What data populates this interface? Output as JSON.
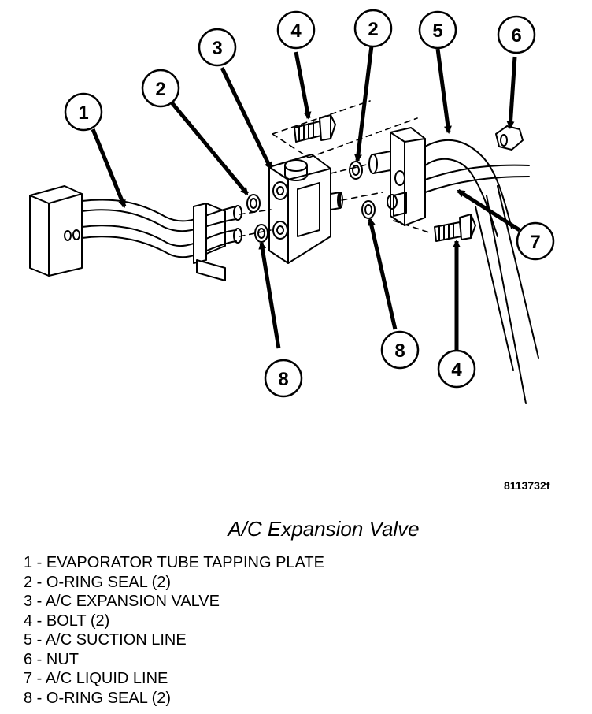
{
  "figure_id": "8113732f",
  "caption": "A/C Expansion Valve",
  "callouts": [
    "1",
    "2",
    "3",
    "4",
    "2",
    "5",
    "6",
    "7",
    "8",
    "8",
    "4"
  ],
  "legend": [
    "1 - EVAPORATOR TUBE TAPPING PLATE",
    "2 - O-RING SEAL (2)",
    "3 - A/C EXPANSION VALVE",
    "4 - BOLT (2)",
    "5 - A/C SUCTION LINE",
    "6 - NUT",
    "7 - A/C LIQUID LINE",
    "8 - O-RING SEAL (2)"
  ]
}
